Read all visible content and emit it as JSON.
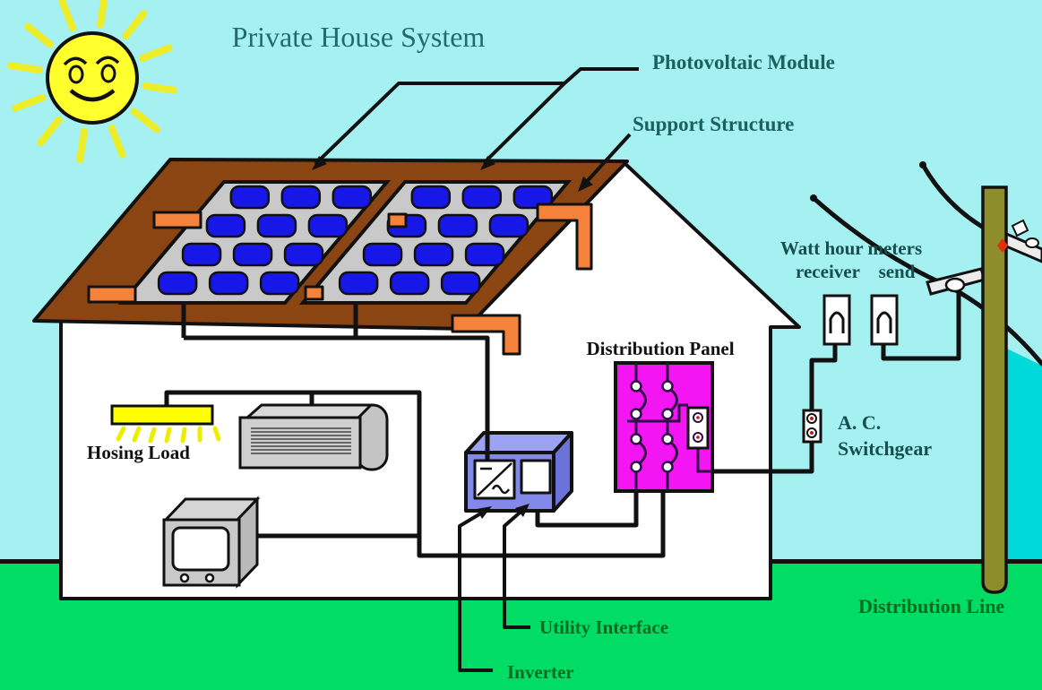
{
  "title": "Private House System",
  "labels": {
    "photovoltaic_module": "Photovoltaic Module",
    "support_structure": "Support Structure",
    "watt_hour_meters": "Watt hour meters",
    "meter_receiver": "receiver",
    "meter_send": "send",
    "distribution_panel": "Distribution Panel",
    "ac_switchgear_line1": "A. C.",
    "ac_switchgear_line2": "Switchgear",
    "hosing_load": "Hosing Load",
    "utility_interface": "Utility Interface",
    "inverter": "Inverter",
    "distribution_line": "Distribution Line"
  },
  "colors": {
    "sky": "#A5F1F1",
    "sky_dark": "#00D9D9",
    "grass": "#00DC64",
    "roof": "#8B4513",
    "panel_gray": "#C9C9C9",
    "cell_blue": "#1717E8",
    "orange": "#F5823A",
    "magenta": "#F316F3",
    "panel_glyph": "#2E0F46",
    "inverter_front": "#8289E8",
    "inverter_top": "#9BA3F2",
    "inverter_side": "#6B73DB",
    "pole": "#8D8D2B",
    "sun": "#FFFF2E",
    "light_yellow": "#FFFF00",
    "teal_text": "#1D6060",
    "title_text": "#256A6A",
    "dark_teal_text": "#174F4F",
    "green_text": "#006D1E",
    "outline": "#111111",
    "red_dot": "#D81010"
  }
}
